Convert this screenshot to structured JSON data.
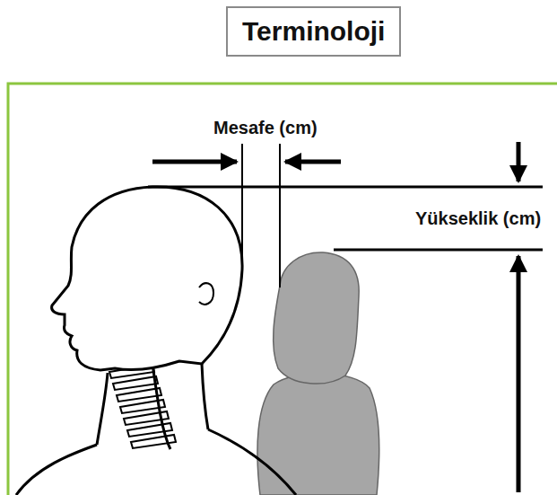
{
  "diagram": {
    "title": "Terminoloji",
    "labels": [
      "Mesafe (cm)",
      "Yükseklik (cm)"
    ]
  }
}
